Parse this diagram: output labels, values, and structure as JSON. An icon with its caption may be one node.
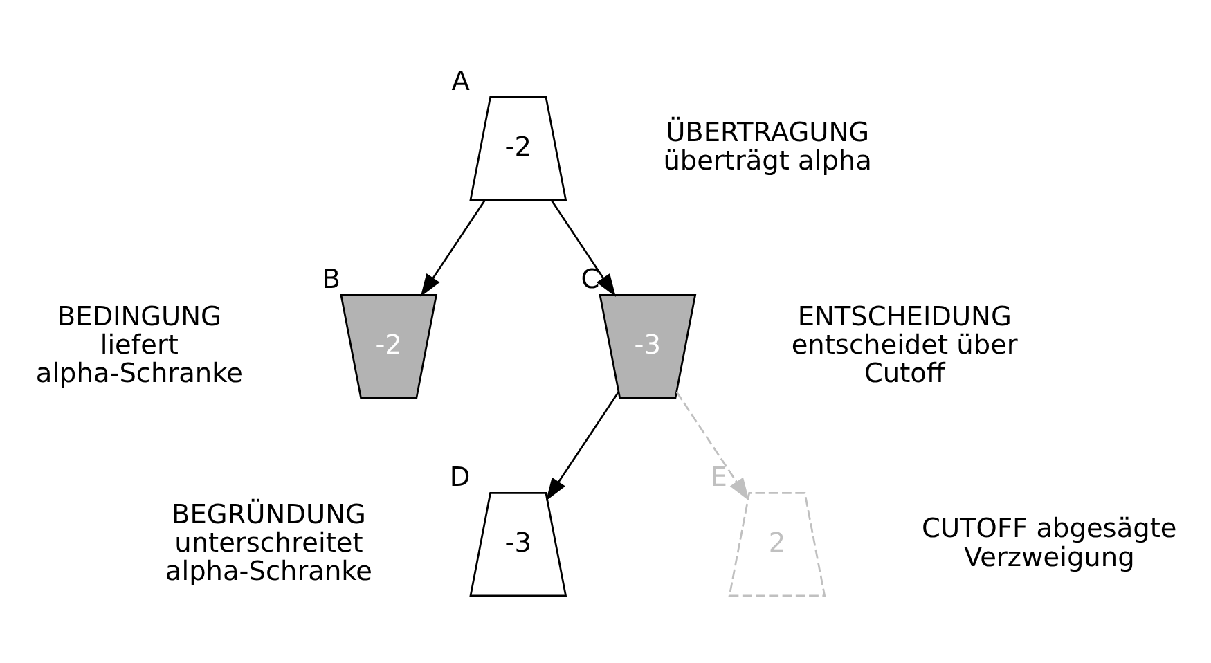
{
  "diagram": {
    "nodes": [
      {
        "text": [
          "-2"
        ],
        "beside": [
          "A",
          "ÜBERTRAGUNG überträgt alpha"
        ]
      },
      {
        "text": [
          "-2"
        ],
        "beside": [
          "B",
          "BEDINGUNG liefert alpha-Schranke"
        ]
      },
      {
        "text": [
          "-3"
        ],
        "beside": [
          "C",
          "ENTSCHEIDUNG entscheidet über Cutoff"
        ]
      },
      {
        "text": [
          "-3"
        ],
        "beside": [
          "D",
          "BEGRÜNDUNG unterschreitet alpha-Schranke"
        ]
      },
      {
        "text": [
          "2"
        ],
        "beside": [
          "E",
          "CUTOFF abgesägte Verzweigung"
        ]
      }
    ],
    "edges": [
      {
        "from": 0,
        "to": 1,
        "arrow": "to"
      },
      {
        "from": 0,
        "to": 2,
        "arrow": "to"
      },
      {
        "from": 2,
        "to": 3,
        "arrow": "to"
      },
      {
        "from": 2,
        "to": 4,
        "arrow": "to",
        "style": "dashed",
        "color": "#c0c0c0"
      }
    ]
  }
}
